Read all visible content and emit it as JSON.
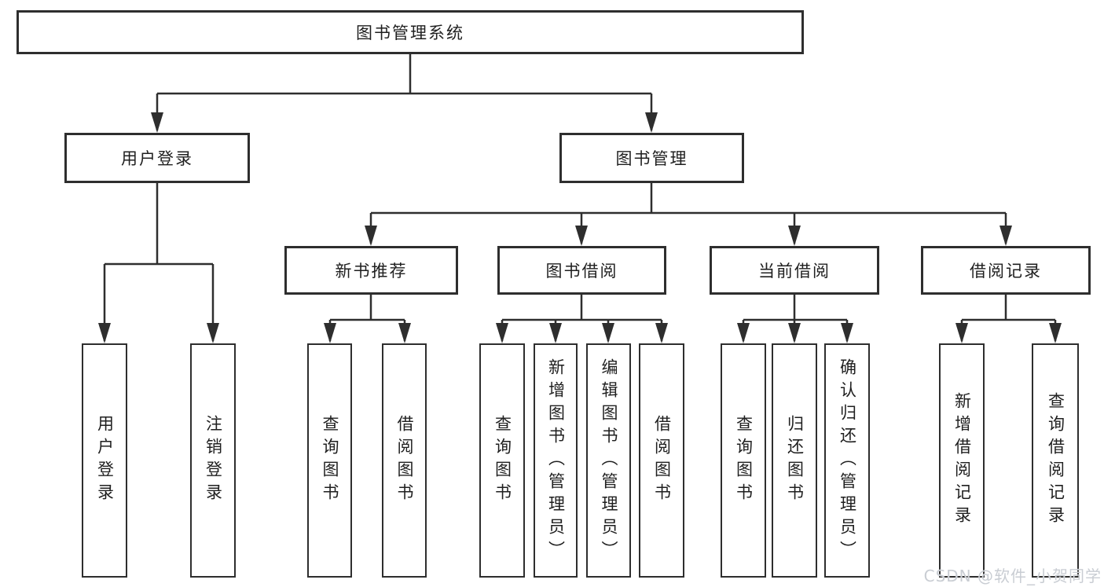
{
  "page": {
    "watermark": "CSDN @软件_小贺同学",
    "colors": {
      "line": "#2e2e2e",
      "box_border": "#2e2e2e",
      "box_fill": "#ffffff",
      "text": "#1f1f1f",
      "watermark_text": "#c9cdd3"
    }
  },
  "tree": {
    "label": "图书管理系统",
    "children": [
      {
        "label": "用户登录",
        "children": [
          {
            "label": "用户登录"
          },
          {
            "label": "注销登录"
          }
        ]
      },
      {
        "label": "图书管理",
        "children": [
          {
            "label": "新书推荐",
            "children": [
              {
                "label": "查询图书"
              },
              {
                "label": "借阅图书"
              }
            ]
          },
          {
            "label": "图书借阅",
            "children": [
              {
                "label": "查询图书"
              },
              {
                "label": "新增图书（管理员）"
              },
              {
                "label": "编辑图书（管理员）"
              },
              {
                "label": "借阅图书"
              }
            ]
          },
          {
            "label": "当前借阅",
            "children": [
              {
                "label": "查询图书"
              },
              {
                "label": "归还图书"
              },
              {
                "label": "确认归还（管理员）"
              }
            ]
          },
          {
            "label": "借阅记录",
            "children": [
              {
                "label": "新增借阅记录"
              },
              {
                "label": "查询借阅记录"
              }
            ]
          }
        ]
      }
    ]
  }
}
